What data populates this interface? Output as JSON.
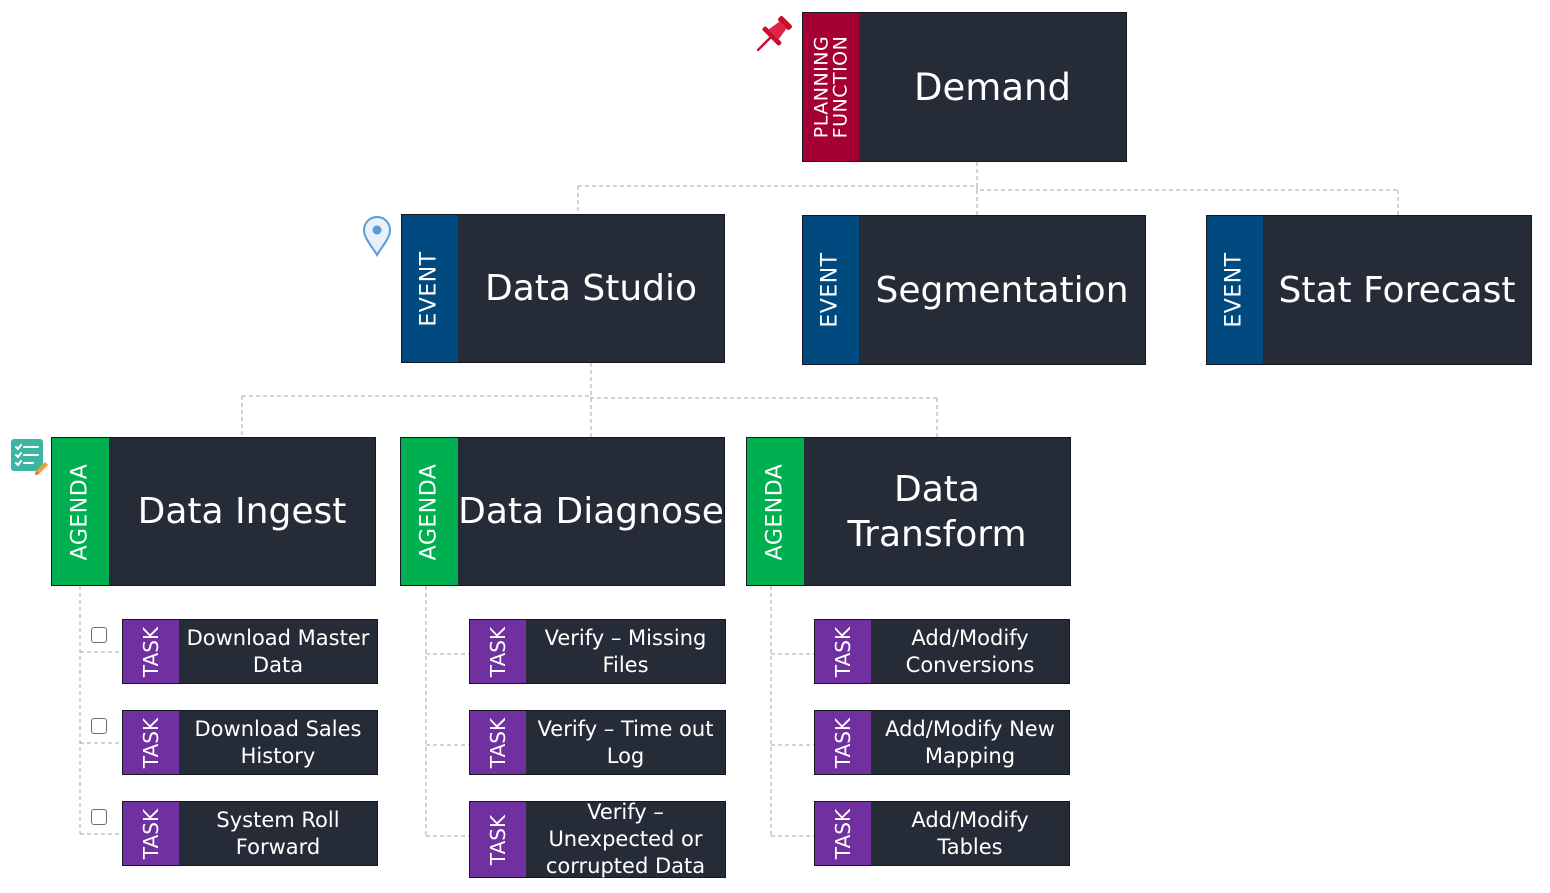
{
  "colors": {
    "node_body": "#262c37",
    "planning_function": "#a50034",
    "event": "#004a80",
    "agenda": "#00b050",
    "task": "#7030a0",
    "connector": "#a6a6a6"
  },
  "icons": {
    "root": "pushpin-icon",
    "event": "map-pin-icon",
    "agenda": "checklist-icon",
    "task": "checkbox-icon"
  },
  "root": {
    "tag": "PLANNING\nFUNCTION",
    "label": "Demand"
  },
  "events": [
    {
      "tag": "EVENT",
      "label": "Data Studio"
    },
    {
      "tag": "EVENT",
      "label": "Segmentation"
    },
    {
      "tag": "EVENT",
      "label": "Stat Forecast"
    }
  ],
  "agendas": [
    {
      "tag": "AGENDA",
      "label": "Data Ingest",
      "tasks": [
        {
          "tag": "TASK",
          "label": "Download Master\nData"
        },
        {
          "tag": "TASK",
          "label": "Download Sales\nHistory"
        },
        {
          "tag": "TASK",
          "label": "System Roll\nForward"
        }
      ]
    },
    {
      "tag": "AGENDA",
      "label": "Data Diagnose",
      "tasks": [
        {
          "tag": "TASK",
          "label": "Verify – Missing\nFiles"
        },
        {
          "tag": "TASK",
          "label": "Verify – Time out\nLog"
        },
        {
          "tag": "TASK",
          "label": "Verify –\nUnexpected or\ncorrupted Data"
        }
      ]
    },
    {
      "tag": "AGENDA",
      "label": "Data\nTransform",
      "tasks": [
        {
          "tag": "TASK",
          "label": "Add/Modify\nConversions"
        },
        {
          "tag": "TASK",
          "label": "Add/Modify New\nMapping"
        },
        {
          "tag": "TASK",
          "label": "Add/Modify\nTables"
        }
      ]
    }
  ]
}
